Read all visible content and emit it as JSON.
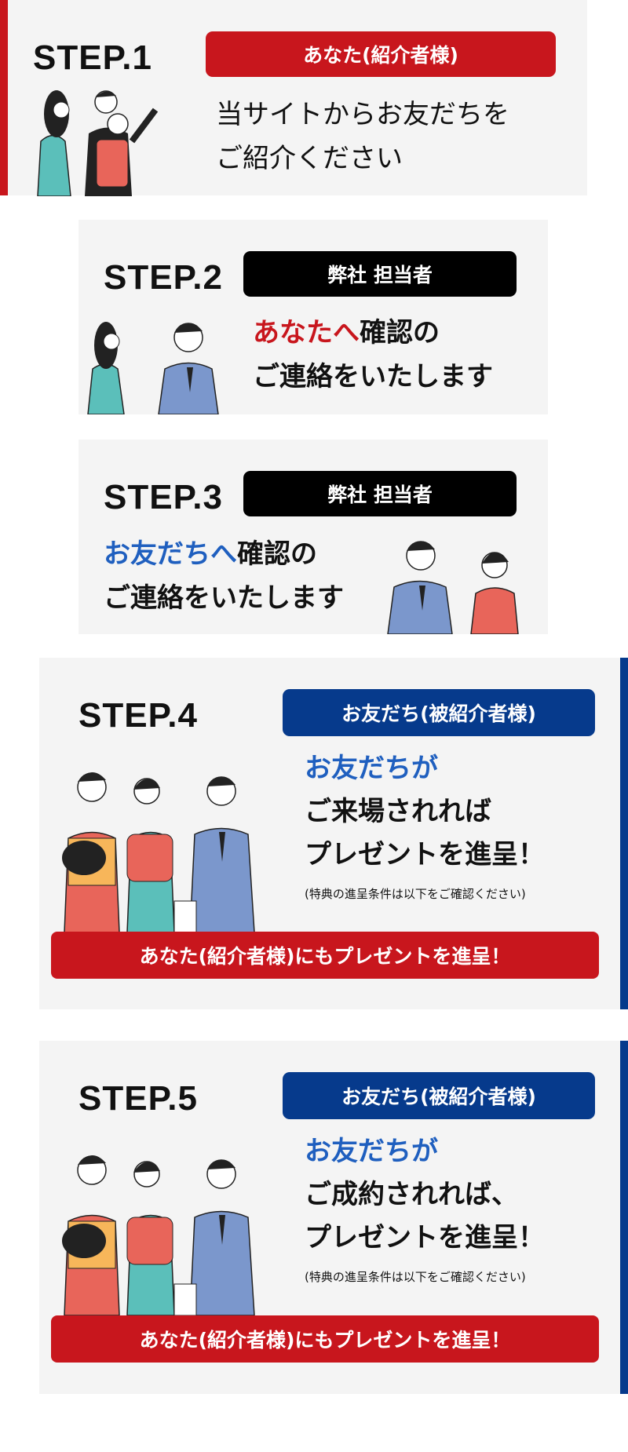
{
  "steps": [
    {
      "label": "STEP.1",
      "badge": "あなた(紹介者様)",
      "lines": [
        "当サイトからお友だちを",
        "ご紹介ください"
      ]
    },
    {
      "label": "STEP.2",
      "badge": "弊社 担当者",
      "highlight": "あなたへ",
      "lines": [
        "確認の",
        "ご連絡をいたします"
      ]
    },
    {
      "label": "STEP.3",
      "badge": "弊社 担当者",
      "highlight": "お友だちへ",
      "lines": [
        "確認の",
        "ご連絡をいたします"
      ]
    },
    {
      "label": "STEP.4",
      "badge": "お友だち(被紹介者様)",
      "highlight": "お友だちが",
      "lines": [
        "ご来場されれば",
        "プレゼントを進呈！"
      ],
      "note": "(特典の進呈条件は以下をご確認ください)",
      "banner": "あなた(紹介者様)にもプレゼントを進呈！"
    },
    {
      "label": "STEP.5",
      "badge": "お友だち(被紹介者様)",
      "highlight": "お友だちが",
      "lines": [
        "ご成約されれば、",
        "プレゼントを進呈！"
      ],
      "note": "(特典の進呈条件は以下をご確認ください)",
      "banner": "あなた(紹介者様)にもプレゼントを進呈！"
    }
  ],
  "colors": {
    "red": "#c8161d",
    "navy": "#063a8c",
    "blue": "#1f5fbf",
    "black": "#000000",
    "card": "#f4f4f4"
  }
}
